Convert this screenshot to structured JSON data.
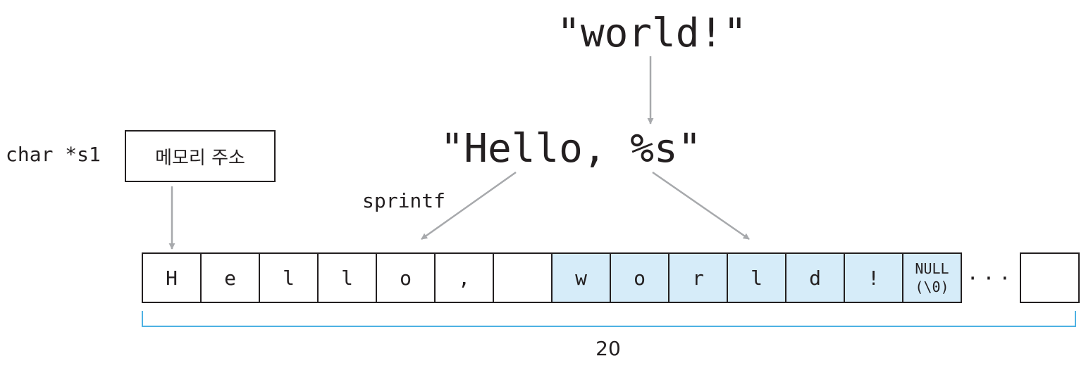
{
  "source_string": "\"world!\"",
  "format_string": "\"Hello, %s\"",
  "function_label": "sprintf",
  "pointer_label": "char *s1",
  "address_box_label": "메모리 주소",
  "buffer_cells": [
    {
      "char": "H",
      "highlight": false
    },
    {
      "char": "e",
      "highlight": false
    },
    {
      "char": "l",
      "highlight": false
    },
    {
      "char": "l",
      "highlight": false
    },
    {
      "char": "o",
      "highlight": false
    },
    {
      "char": ",",
      "highlight": false
    },
    {
      "char": "",
      "highlight": false
    },
    {
      "char": "w",
      "highlight": true
    },
    {
      "char": "o",
      "highlight": true
    },
    {
      "char": "r",
      "highlight": true
    },
    {
      "char": "l",
      "highlight": true
    },
    {
      "char": "d",
      "highlight": true
    },
    {
      "char": "!",
      "highlight": true
    },
    {
      "char": "NULL\n(\\0)",
      "highlight": true
    }
  ],
  "ellipsis": "···",
  "buffer_size_label": "20",
  "colors": {
    "highlight_fill": "#d6ecf9",
    "arrow": "#a7a9ac",
    "bracket": "#4db1e3",
    "border": "#231f20"
  }
}
